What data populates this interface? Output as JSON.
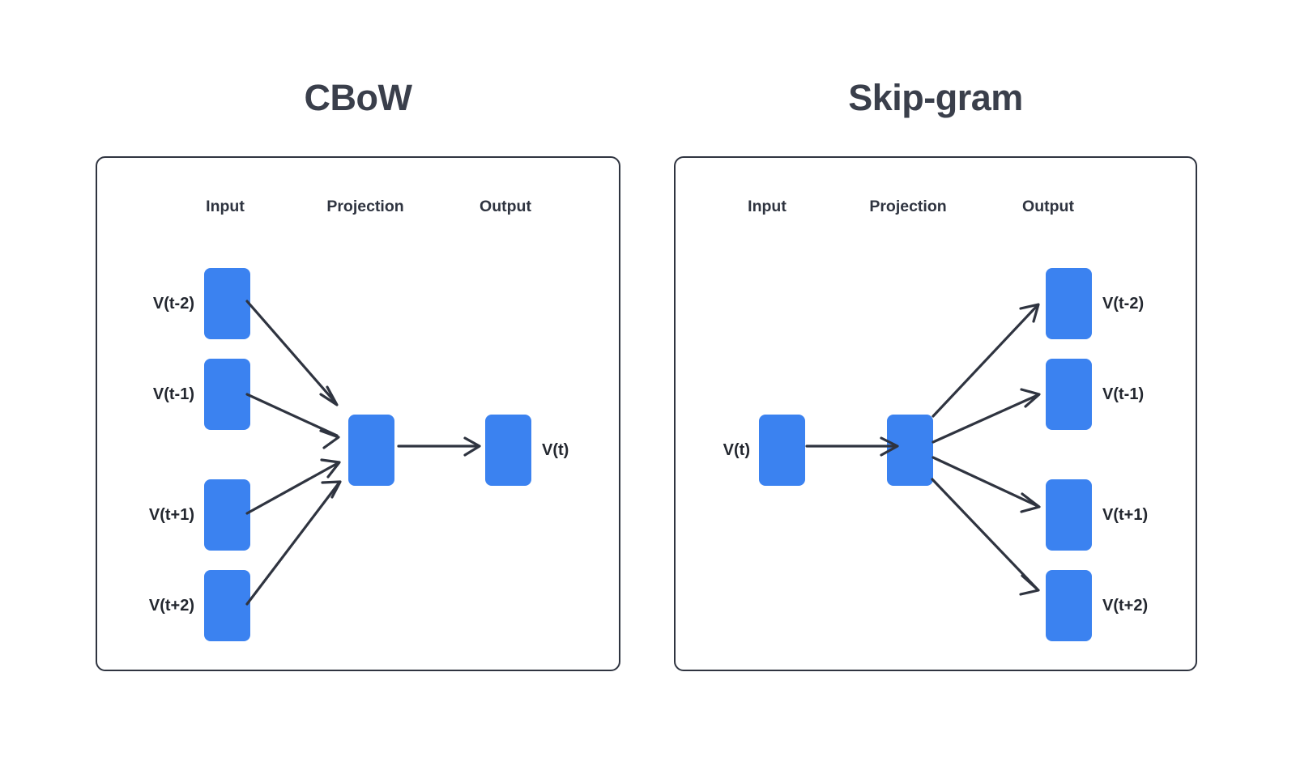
{
  "page": {
    "background": "#ffffff",
    "node_color": "#3b82f0",
    "line_color": "#2f3440",
    "title_color": "#3a3f4b",
    "text_color": "#23272f"
  },
  "diagrams": [
    {
      "id": "cbow",
      "title": "CBoW",
      "columns": [
        {
          "label": "Input"
        },
        {
          "label": "Projection"
        },
        {
          "label": "Output"
        }
      ],
      "input_nodes": [
        {
          "label": "V(t-2)"
        },
        {
          "label": "V(t-1)"
        },
        {
          "label": "V(t+1)"
        },
        {
          "label": "V(t+2)"
        }
      ],
      "projection_nodes": [
        {
          "label": ""
        }
      ],
      "output_nodes": [
        {
          "label": "V(t)"
        }
      ],
      "arrow_count": 5,
      "flow": "inputs-to-projection-to-output"
    },
    {
      "id": "skip-gram",
      "title": "Skip-gram",
      "columns": [
        {
          "label": "Input"
        },
        {
          "label": "Projection"
        },
        {
          "label": "Output"
        }
      ],
      "input_nodes": [
        {
          "label": "V(t)"
        }
      ],
      "projection_nodes": [
        {
          "label": ""
        }
      ],
      "output_nodes": [
        {
          "label": "V(t-2)"
        },
        {
          "label": "V(t-1)"
        },
        {
          "label": "V(t+1)"
        },
        {
          "label": "V(t+2)"
        }
      ],
      "arrow_count": 5,
      "flow": "input-to-projection-to-outputs"
    }
  ]
}
